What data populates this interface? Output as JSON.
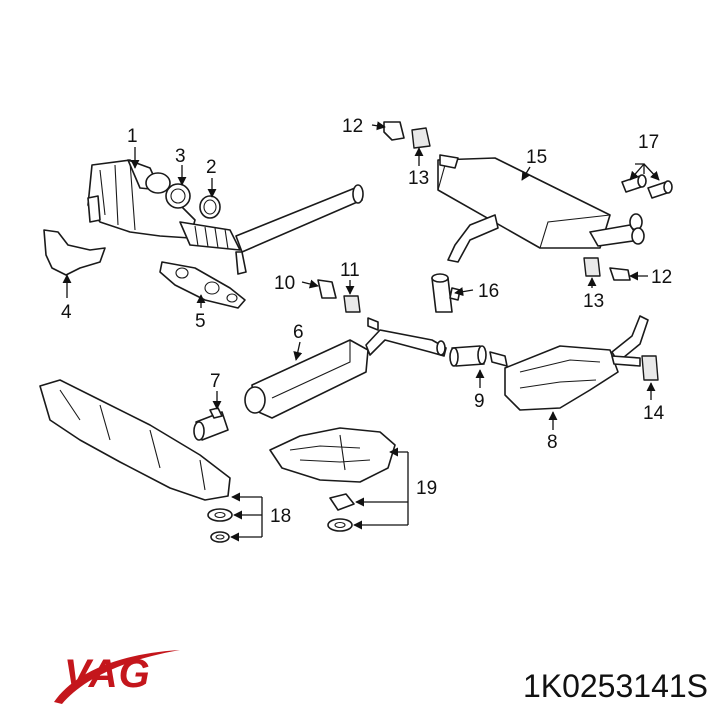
{
  "brand": {
    "name": "VAG",
    "color": "#c4161c"
  },
  "part_number": "1K0253141S",
  "callouts": [
    "1",
    "2",
    "3",
    "4",
    "5",
    "6",
    "7",
    "8",
    "9",
    "10",
    "11",
    "12",
    "12",
    "13",
    "13",
    "14",
    "15",
    "16",
    "17",
    "18",
    "19"
  ]
}
